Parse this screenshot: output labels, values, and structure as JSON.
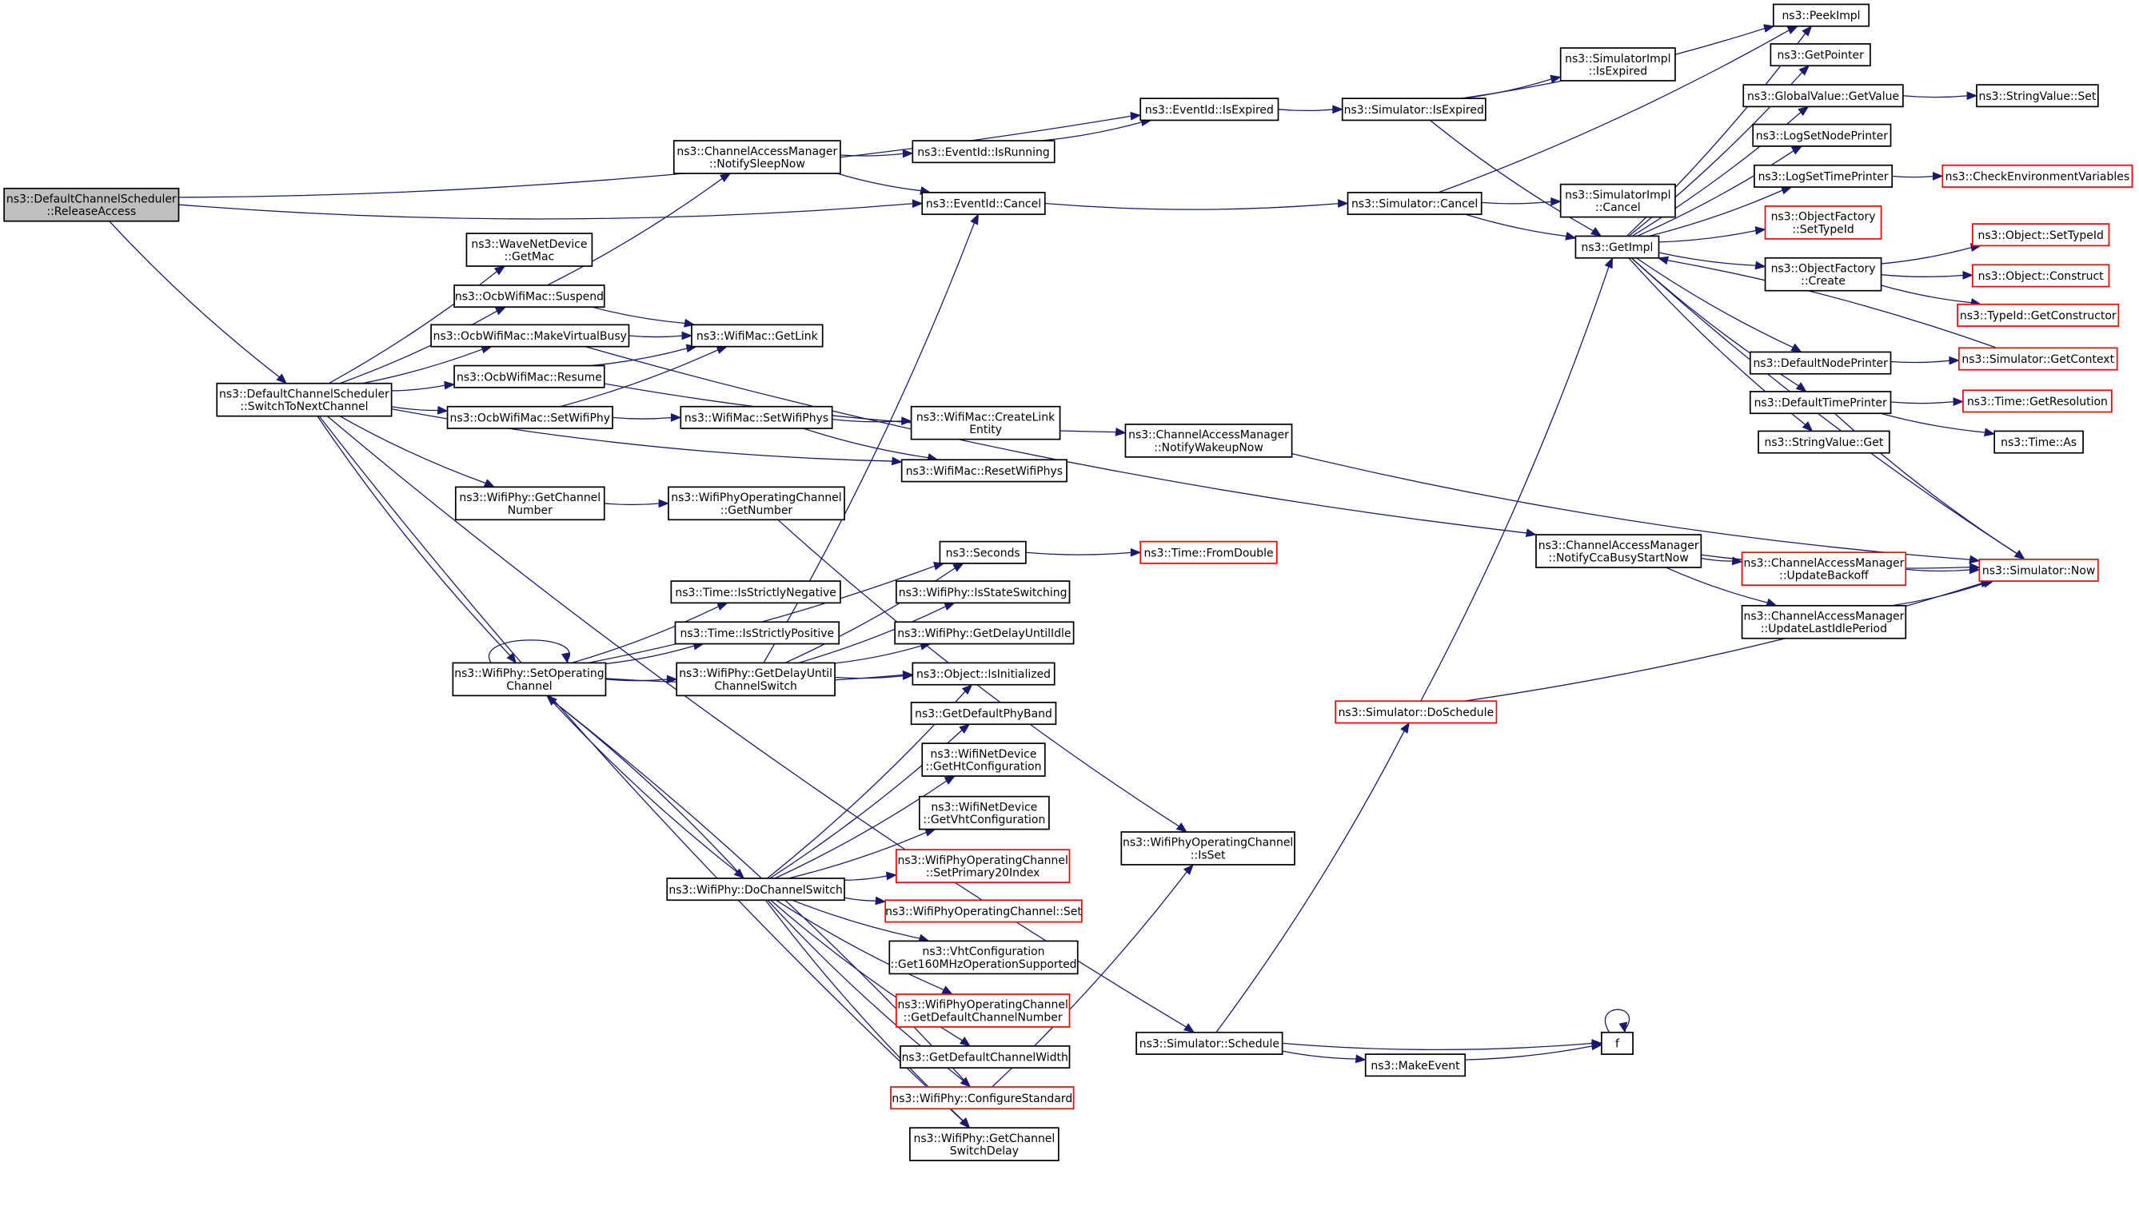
{
  "graph": {
    "type": "call-graph",
    "root": "ns3::DefaultChannelScheduler::ReleaseAccess",
    "colors": {
      "edge": "#191970",
      "root_fill": "#bfbfbf",
      "node_border": "#000000",
      "undocumented_border": "#ff0000"
    },
    "nodes": {
      "releaseAccess": {
        "lines": [
          "ns3::DefaultChannelScheduler",
          "::ReleaseAccess"
        ]
      },
      "switchToNext": {
        "lines": [
          "ns3::DefaultChannelScheduler",
          "::SwitchToNextChannel"
        ]
      },
      "eventIsExpired": {
        "lines": [
          "ns3::EventId::IsExpired"
        ]
      },
      "simIsExpired": {
        "lines": [
          "ns3::Simulator::IsExpired"
        ]
      },
      "simImplIsExpired": {
        "lines": [
          "ns3::SimulatorImpl",
          "::IsExpired"
        ]
      },
      "peekImpl": {
        "lines": [
          "ns3::PeekImpl"
        ]
      },
      "getPointer": {
        "lines": [
          "ns3::GetPointer"
        ]
      },
      "globalGetValue": {
        "lines": [
          "ns3::GlobalValue::GetValue"
        ]
      },
      "stringValueSet": {
        "lines": [
          "ns3::StringValue::Set"
        ]
      },
      "logSetNodePrinter": {
        "lines": [
          "ns3::LogSetNodePrinter"
        ]
      },
      "logSetTimePrinter": {
        "lines": [
          "ns3::LogSetTimePrinter"
        ]
      },
      "checkEnv": {
        "lines": [
          "ns3::CheckEnvironmentVariables"
        ]
      },
      "ofSetTypeId": {
        "lines": [
          "ns3::ObjectFactory",
          "::SetTypeId"
        ]
      },
      "ofCreate": {
        "lines": [
          "ns3::ObjectFactory",
          "::Create"
        ]
      },
      "objSetTypeId": {
        "lines": [
          "ns3::Object::SetTypeId"
        ]
      },
      "objConstruct": {
        "lines": [
          "ns3::Object::Construct"
        ]
      },
      "typeIdGetCtor": {
        "lines": [
          "ns3::TypeId::GetConstructor"
        ]
      },
      "simGetContext": {
        "lines": [
          "ns3::Simulator::GetContext"
        ]
      },
      "defaultNodePrinter": {
        "lines": [
          "ns3::DefaultNodePrinter"
        ]
      },
      "defaultTimePrinter": {
        "lines": [
          "ns3::DefaultTimePrinter"
        ]
      },
      "timeGetResolution": {
        "lines": [
          "ns3::Time::GetResolution"
        ]
      },
      "timeAs": {
        "lines": [
          "ns3::Time::As"
        ]
      },
      "stringValueGet": {
        "lines": [
          "ns3::StringValue::Get"
        ]
      },
      "getImpl": {
        "lines": [
          "ns3::GetImpl"
        ]
      },
      "notifySleepNow": {
        "lines": [
          "ns3::ChannelAccessManager",
          "::NotifySleepNow"
        ]
      },
      "eventIsRunning": {
        "lines": [
          "ns3::EventId::IsRunning"
        ]
      },
      "eventCancel": {
        "lines": [
          "ns3::EventId::Cancel"
        ]
      },
      "simCancel": {
        "lines": [
          "ns3::Simulator::Cancel"
        ]
      },
      "simImplCancel": {
        "lines": [
          "ns3::SimulatorImpl",
          "::Cancel"
        ]
      },
      "waveGetMac": {
        "lines": [
          "ns3::WaveNetDevice",
          "::GetMac"
        ]
      },
      "ocbSuspend": {
        "lines": [
          "ns3::OcbWifiMac::Suspend"
        ]
      },
      "ocbMakeVirtualBusy": {
        "lines": [
          "ns3::OcbWifiMac::MakeVirtualBusy"
        ]
      },
      "ocbResume": {
        "lines": [
          "ns3::OcbWifiMac::Resume"
        ]
      },
      "ocbSetWifiPhy": {
        "lines": [
          "ns3::OcbWifiMac::SetWifiPhy"
        ]
      },
      "wifiMacGetLink": {
        "lines": [
          "ns3::WifiMac::GetLink"
        ]
      },
      "wifiMacSetWifiPhys": {
        "lines": [
          "ns3::WifiMac::SetWifiPhys"
        ]
      },
      "wifiMacCreateLink": {
        "lines": [
          "ns3::WifiMac::CreateLink",
          "Entity"
        ]
      },
      "wifiMacResetWifiPhys": {
        "lines": [
          "ns3::WifiMac::ResetWifiPhys"
        ]
      },
      "notifyWakeupNow": {
        "lines": [
          "ns3::ChannelAccessManager",
          "::NotifyWakeupNow"
        ]
      },
      "notifyCcaBusy": {
        "lines": [
          "ns3::ChannelAccessManager",
          "::NotifyCcaBusyStartNow"
        ]
      },
      "updateBackoff": {
        "lines": [
          "ns3::ChannelAccessManager",
          "::UpdateBackoff"
        ]
      },
      "updateLastIdle": {
        "lines": [
          "ns3::ChannelAccessManager",
          "::UpdateLastIdlePeriod"
        ]
      },
      "simNow": {
        "lines": [
          "ns3::Simulator::Now"
        ]
      },
      "getChannelNumber": {
        "lines": [
          "ns3::WifiPhy::GetChannel",
          "Number"
        ]
      },
      "opChGetNumber": {
        "lines": [
          "ns3::WifiPhyOperatingChannel",
          "::GetNumber"
        ]
      },
      "seconds": {
        "lines": [
          "ns3::Seconds"
        ]
      },
      "timeFromDouble": {
        "lines": [
          "ns3::Time::FromDouble"
        ]
      },
      "isStrictlyNegative": {
        "lines": [
          "ns3::Time::IsStrictlyNegative"
        ]
      },
      "isStrictlyPositive": {
        "lines": [
          "ns3::Time::IsStrictlyPositive"
        ]
      },
      "setOperatingChannel": {
        "lines": [
          "ns3::WifiPhy::SetOperating",
          "Channel"
        ]
      },
      "getDelayUntilSwitch": {
        "lines": [
          "ns3::WifiPhy::GetDelayUntil",
          "ChannelSwitch"
        ]
      },
      "isStateSwitching": {
        "lines": [
          "ns3::WifiPhy::IsStateSwitching"
        ]
      },
      "getDelayUntilIdle": {
        "lines": [
          "ns3::WifiPhy::GetDelayUntilIdle"
        ]
      },
      "objIsInitialized": {
        "lines": [
          "ns3::Object::IsInitialized"
        ]
      },
      "getDefaultPhyBand": {
        "lines": [
          "ns3::GetDefaultPhyBand"
        ]
      },
      "getHtConfig": {
        "lines": [
          "ns3::WifiNetDevice",
          "::GetHtConfiguration"
        ]
      },
      "getVhtConfig": {
        "lines": [
          "ns3::WifiNetDevice",
          "::GetVhtConfiguration"
        ]
      },
      "setPrimary20": {
        "lines": [
          "ns3::WifiPhyOperatingChannel",
          "::SetPrimary20Index"
        ]
      },
      "opChSet": {
        "lines": [
          "ns3::WifiPhyOperatingChannel::Set"
        ]
      },
      "get160": {
        "lines": [
          "ns3::VhtConfiguration",
          "::Get160MHzOperationSupported"
        ]
      },
      "getDefaultChNum": {
        "lines": [
          "ns3::WifiPhyOperatingChannel",
          "::GetDefaultChannelNumber"
        ]
      },
      "getDefaultChWidth": {
        "lines": [
          "ns3::GetDefaultChannelWidth"
        ]
      },
      "configureStandard": {
        "lines": [
          "ns3::WifiPhy::ConfigureStandard"
        ]
      },
      "getChSwitchDelay": {
        "lines": [
          "ns3::WifiPhy::GetChannel",
          "SwitchDelay"
        ]
      },
      "doChannelSwitch": {
        "lines": [
          "ns3::WifiPhy::DoChannelSwitch"
        ]
      },
      "opChIsSet": {
        "lines": [
          "ns3::WifiPhyOperatingChannel",
          "::IsSet"
        ]
      },
      "simDoSchedule": {
        "lines": [
          "ns3::Simulator::DoSchedule"
        ]
      },
      "simSchedule": {
        "lines": [
          "ns3::Simulator::Schedule"
        ]
      },
      "makeEvent": {
        "lines": [
          "ns3::MakeEvent"
        ]
      },
      "f": {
        "lines": [
          "f"
        ]
      }
    },
    "edges": [
      [
        "releaseAccess",
        "eventIsExpired"
      ],
      [
        "releaseAccess",
        "eventCancel"
      ],
      [
        "releaseAccess",
        "switchToNext"
      ],
      [
        "eventIsExpired",
        "simIsExpired"
      ],
      [
        "simIsExpired",
        "simImplIsExpired"
      ],
      [
        "simIsExpired",
        "peekImpl"
      ],
      [
        "simIsExpired",
        "getImpl"
      ],
      [
        "notifySleepNow",
        "eventIsRunning"
      ],
      [
        "notifySleepNow",
        "eventCancel"
      ],
      [
        "eventIsRunning",
        "eventIsExpired"
      ],
      [
        "eventCancel",
        "simCancel"
      ],
      [
        "simCancel",
        "simImplCancel"
      ],
      [
        "simCancel",
        "peekImpl"
      ],
      [
        "simCancel",
        "getImpl"
      ],
      [
        "getImpl",
        "peekImpl"
      ],
      [
        "getImpl",
        "getPointer"
      ],
      [
        "getImpl",
        "globalGetValue"
      ],
      [
        "getImpl",
        "logSetNodePrinter"
      ],
      [
        "getImpl",
        "logSetTimePrinter"
      ],
      [
        "getImpl",
        "ofSetTypeId"
      ],
      [
        "getImpl",
        "ofCreate"
      ],
      [
        "getImpl",
        "defaultNodePrinter"
      ],
      [
        "getImpl",
        "defaultTimePrinter"
      ],
      [
        "getImpl",
        "stringValueGet"
      ],
      [
        "getImpl",
        "simNow"
      ],
      [
        "globalGetValue",
        "stringValueSet"
      ],
      [
        "logSetTimePrinter",
        "checkEnv"
      ],
      [
        "ofCreate",
        "objSetTypeId"
      ],
      [
        "ofCreate",
        "objConstruct"
      ],
      [
        "ofCreate",
        "typeIdGetCtor"
      ],
      [
        "simGetContext",
        "getImpl"
      ],
      [
        "defaultNodePrinter",
        "simGetContext"
      ],
      [
        "defaultTimePrinter",
        "timeGetResolution"
      ],
      [
        "defaultTimePrinter",
        "timeAs"
      ],
      [
        "defaultTimePrinter",
        "simNow"
      ],
      [
        "switchToNext",
        "waveGetMac"
      ],
      [
        "switchToNext",
        "ocbSuspend"
      ],
      [
        "switchToNext",
        "ocbMakeVirtualBusy"
      ],
      [
        "switchToNext",
        "ocbResume"
      ],
      [
        "switchToNext",
        "ocbSetWifiPhy"
      ],
      [
        "switchToNext",
        "wifiMacResetWifiPhys"
      ],
      [
        "switchToNext",
        "getChannelNumber"
      ],
      [
        "switchToNext",
        "setOperatingChannel"
      ],
      [
        "switchToNext",
        "getChSwitchDelay"
      ],
      [
        "switchToNext",
        "simSchedule"
      ],
      [
        "ocbSuspend",
        "notifySleepNow"
      ],
      [
        "ocbSuspend",
        "wifiMacGetLink"
      ],
      [
        "ocbMakeVirtualBusy",
        "wifiMacGetLink"
      ],
      [
        "ocbMakeVirtualBusy",
        "notifyCcaBusy"
      ],
      [
        "ocbResume",
        "wifiMacGetLink"
      ],
      [
        "ocbResume",
        "notifyWakeupNow"
      ],
      [
        "ocbSetWifiPhy",
        "wifiMacGetLink"
      ],
      [
        "ocbSetWifiPhy",
        "wifiMacSetWifiPhys"
      ],
      [
        "wifiMacSetWifiPhys",
        "wifiMacCreateLink"
      ],
      [
        "wifiMacSetWifiPhys",
        "wifiMacResetWifiPhys"
      ],
      [
        "notifyWakeupNow",
        "simNow"
      ],
      [
        "notifyCcaBusy",
        "simNow"
      ],
      [
        "notifyCcaBusy",
        "updateBackoff"
      ],
      [
        "notifyCcaBusy",
        "updateLastIdle"
      ],
      [
        "updateBackoff",
        "simNow"
      ],
      [
        "updateLastIdle",
        "simNow"
      ],
      [
        "getChannelNumber",
        "opChGetNumber"
      ],
      [
        "opChGetNumber",
        "opChIsSet"
      ],
      [
        "seconds",
        "timeFromDouble"
      ],
      [
        "setOperatingChannel",
        "setOperatingChannel"
      ],
      [
        "setOperatingChannel",
        "seconds"
      ],
      [
        "setOperatingChannel",
        "isStrictlyNegative"
      ],
      [
        "setOperatingChannel",
        "isStrictlyPositive"
      ],
      [
        "setOperatingChannel",
        "getDelayUntilSwitch"
      ],
      [
        "setOperatingChannel",
        "objIsInitialized"
      ],
      [
        "setOperatingChannel",
        "doChannelSwitch"
      ],
      [
        "getDelayUntilSwitch",
        "eventCancel"
      ],
      [
        "getDelayUntilSwitch",
        "seconds"
      ],
      [
        "getDelayUntilSwitch",
        "isStateSwitching"
      ],
      [
        "getDelayUntilSwitch",
        "getDelayUntilIdle"
      ],
      [
        "getDelayUntilSwitch",
        "objIsInitialized"
      ],
      [
        "doChannelSwitch",
        "objIsInitialized"
      ],
      [
        "doChannelSwitch",
        "getDefaultPhyBand"
      ],
      [
        "doChannelSwitch",
        "getHtConfig"
      ],
      [
        "doChannelSwitch",
        "getVhtConfig"
      ],
      [
        "doChannelSwitch",
        "setPrimary20"
      ],
      [
        "doChannelSwitch",
        "opChSet"
      ],
      [
        "doChannelSwitch",
        "get160"
      ],
      [
        "doChannelSwitch",
        "getDefaultChNum"
      ],
      [
        "doChannelSwitch",
        "getDefaultChWidth"
      ],
      [
        "doChannelSwitch",
        "configureStandard"
      ],
      [
        "doChannelSwitch",
        "getChSwitchDelay"
      ],
      [
        "doChannelSwitch",
        "setOperatingChannel"
      ],
      [
        "configureStandard",
        "setOperatingChannel"
      ],
      [
        "configureStandard",
        "opChIsSet"
      ],
      [
        "simSchedule",
        "simDoSchedule"
      ],
      [
        "simSchedule",
        "makeEvent"
      ],
      [
        "simSchedule",
        "f"
      ],
      [
        "makeEvent",
        "f"
      ],
      [
        "f",
        "f"
      ],
      [
        "simDoSchedule",
        "getImpl"
      ],
      [
        "simDoSchedule",
        "simNow"
      ]
    ]
  }
}
